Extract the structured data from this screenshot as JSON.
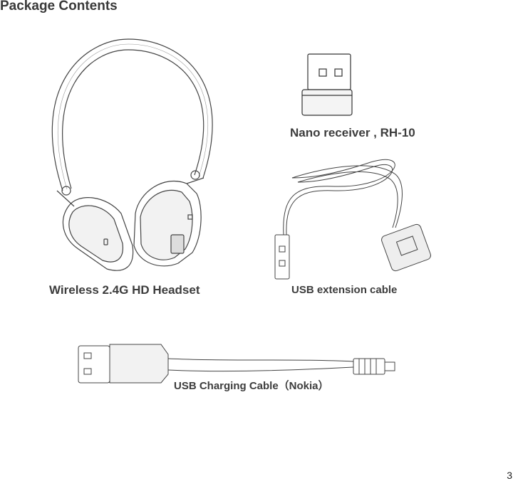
{
  "page": {
    "title": "Package Contents",
    "page_number": "3"
  },
  "items": {
    "headset": {
      "label": "Wireless 2.4G HD Headset"
    },
    "receiver": {
      "label": "Nano receiver , RH-10"
    },
    "extension_cable": {
      "label": "USB extension cable"
    },
    "charging_cable": {
      "label": "USB Charging Cable（Nokia）"
    }
  }
}
